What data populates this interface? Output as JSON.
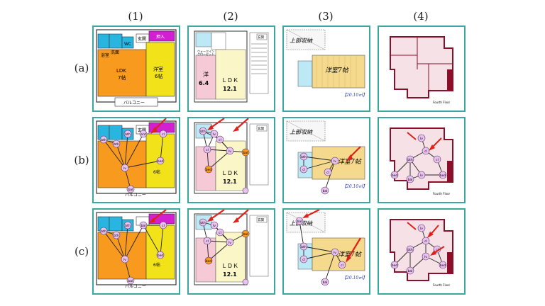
{
  "columns": [
    "(1)",
    "(2)",
    "(3)",
    "(4)"
  ],
  "rows": [
    "(a)",
    "(b)",
    "(c)"
  ],
  "plan1": {
    "genkan": "玄関",
    "bath": "浴室",
    "wash": "洗面",
    "wc": "WC",
    "closet": "押入",
    "ldk": "LDK",
    "ldk_size": "7帖",
    "western": "洋室",
    "western_size": "6帖",
    "balcony": "バルコニー",
    "balcony_partial": "バルコニー"
  },
  "plan2": {
    "genkan": "玄関",
    "western": "洋",
    "western_size": "6.4",
    "ldk": "ＬＤＫ",
    "ldk_size": "12.1",
    "walkin": "ウォークイン",
    "closet": "クローゼット"
  },
  "plan3": {
    "loft": "上部収納",
    "western": "洋室7帖",
    "area": "【20.10㎡】"
  },
  "plan4": {
    "floor": "Fourth Floor"
  },
  "nodes": {
    "lv": "lv",
    "bth": "bth",
    "cl": "cl",
    "bal": "bal",
    "bed": "bed",
    "ent": "ent",
    "ldk": "ldk"
  },
  "colors": {
    "panel_border": "#3aa8a0",
    "arrow": "#e0201a",
    "orange": "#f79a1e",
    "yellow": "#f2e21a",
    "magenta": "#d21fd2",
    "cyan": "#28b6e0",
    "node_fill": "#e9c2ef",
    "node_border": "#5a3a6a"
  }
}
